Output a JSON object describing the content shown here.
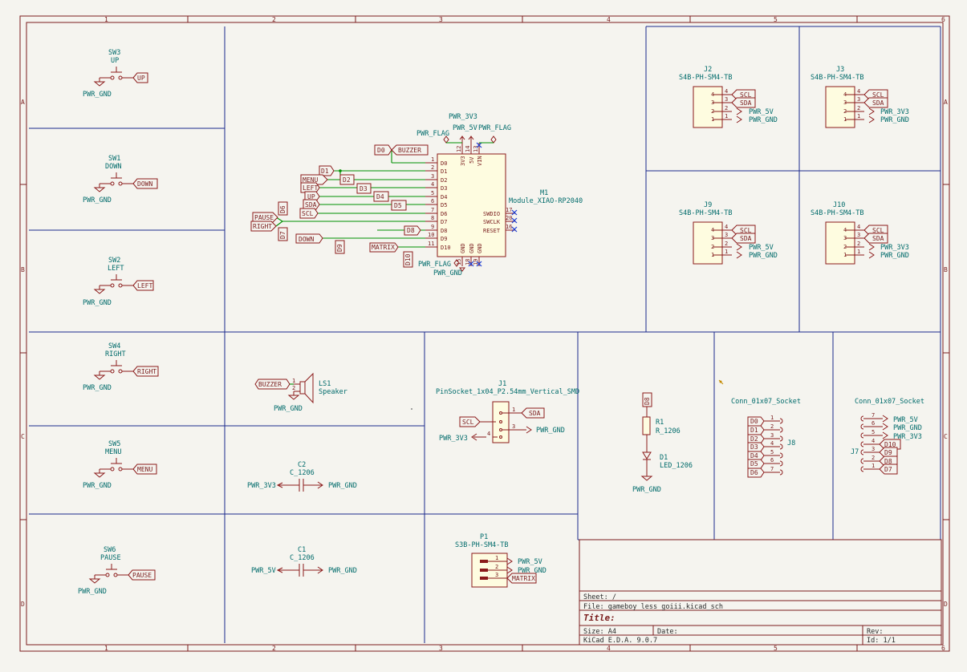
{
  "frame": {
    "cols": [
      "1",
      "2",
      "3",
      "4",
      "5",
      "6"
    ],
    "rows": [
      "A",
      "B",
      "C",
      "D"
    ]
  },
  "switches": [
    {
      "ref": "SW3",
      "value": "UP",
      "gnd": "PWR_GND",
      "label": "UP"
    },
    {
      "ref": "SW1",
      "value": "DOWN",
      "gnd": "PWR_GND",
      "label": "DOWN"
    },
    {
      "ref": "SW2",
      "value": "LEFT",
      "gnd": "PWR_GND",
      "label": "LEFT"
    },
    {
      "ref": "SW4",
      "value": "RIGHT",
      "gnd": "PWR_GND",
      "label": "RIGHT"
    },
    {
      "ref": "SW5",
      "value": "MENU",
      "gnd": "PWR_GND",
      "label": "MENU"
    },
    {
      "ref": "SW6",
      "value": "PAUSE",
      "gnd": "PWR_GND",
      "label": "PAUSE"
    }
  ],
  "mcu": {
    "ref": "M1",
    "value": "Module_XIAO-RP2040",
    "pins_left": [
      "D0",
      "D1",
      "D2",
      "D3",
      "D4",
      "D5",
      "D6",
      "D7",
      "D8",
      "D9",
      "D10"
    ],
    "pin_nums_left": [
      "1",
      "2",
      "3",
      "4",
      "5",
      "6",
      "7",
      "8",
      "9",
      "10",
      "11"
    ],
    "pins_top": [
      "3V3",
      "5V",
      "VIN"
    ],
    "pin_nums_top": [
      "12",
      "14",
      "13"
    ],
    "pins_right": [
      "SWDIO",
      "SWCLK",
      "RESET"
    ],
    "pin_nums_right": [
      "17",
      "20",
      "16"
    ],
    "pins_bottom": [
      "GND",
      "GND",
      "GND"
    ],
    "pin_nums_bottom": [
      "15",
      "18",
      "19"
    ],
    "pwr_3v3": "PWR_3V3",
    "pwr_5v": "PWR_5V",
    "pwr_flag1": "PWR_FLAG",
    "pwr_flag2": "PWR_FLAG",
    "pwr_flag3": "PWR_FLAG",
    "pwr_gnd": "PWR_GND",
    "labels": [
      "D0",
      "BUZZER",
      "D1",
      "MENU",
      "D2",
      "LEFT",
      "D3",
      "UP",
      "D4",
      "SDA",
      "D5",
      "SCL",
      "D6",
      "PAUSE",
      "RIGHT",
      "D7",
      "D8",
      "DOWN",
      "D9",
      "MATRIX",
      "D10"
    ]
  },
  "connectors": [
    {
      "ref": "J2",
      "value": "S4B-PH-SM4-TB",
      "n1": "SCL",
      "n2": "SDA",
      "n3": "PWR_5V",
      "n4": "PWR_GND"
    },
    {
      "ref": "J3",
      "value": "S4B-PH-SM4-TB",
      "n1": "SCL",
      "n2": "SDA",
      "n3": "PWR_3V3",
      "n4": "PWR_GND"
    },
    {
      "ref": "J9",
      "value": "S4B-PH-SM4-TB",
      "n1": "SCL",
      "n2": "SDA",
      "n3": "PWR_5V",
      "n4": "PWR_GND"
    },
    {
      "ref": "J10",
      "value": "S4B-PH-SM4-TB",
      "n1": "SCL",
      "n2": "SDA",
      "n3": "PWR_3V3",
      "n4": "PWR_GND"
    }
  ],
  "speaker": {
    "ref": "LS1",
    "value": "Speaker",
    "net": "BUZZER",
    "gnd": "PWR_GND"
  },
  "caps": [
    {
      "ref": "C2",
      "value": "C_1206",
      "left": "PWR_3V3",
      "right": "PWR_GND"
    },
    {
      "ref": "C1",
      "value": "C_1206",
      "left": "PWR_5V",
      "right": "PWR_GND"
    }
  ],
  "socket": {
    "ref": "J1",
    "value": "PinSocket_1x04_P2.54mm_Vertical_SMD",
    "sda": "SDA",
    "scl": "SCL",
    "gnd": "PWR_GND",
    "pwr": "PWR_3V3"
  },
  "p1": {
    "ref": "P1",
    "value": "S3B-PH-SM4-TB",
    "n1": "PWR_5V",
    "n2": "PWR_GND",
    "n3": "MATRIX"
  },
  "led": {
    "r_ref": "R1",
    "r_val": "R_1206",
    "d_ref": "D1",
    "d_val": "LED_1206",
    "net": "D8",
    "gnd": "PWR_GND"
  },
  "j8": {
    "ref": "J8",
    "value": "Conn_01x07_Socket",
    "nets": [
      "D0",
      "D1",
      "D2",
      "D3",
      "D4",
      "D5",
      "D6"
    ],
    "pins": [
      "1",
      "2",
      "3",
      "4",
      "5",
      "6",
      "7"
    ]
  },
  "j7": {
    "ref": "J7",
    "value": "Conn_01x07_Socket",
    "nets": [
      "PWR_5V",
      "PWR_GND",
      "PWR_3V3",
      "D10",
      "D9",
      "D8",
      "D7"
    ],
    "pins": [
      "7",
      "6",
      "5",
      "4",
      "3",
      "2",
      "1"
    ]
  },
  "title_block": {
    "sheet_label": "Sheet: /",
    "file_label": "File: gameboy less goiii.kicad_sch",
    "title_label": "Title:",
    "size_label": "Size: A4",
    "date_label": "Date:",
    "rev_label": "Rev:",
    "tool": "KiCad E.D.A. 9.0.7",
    "id_label": "Id: 1/1"
  }
}
